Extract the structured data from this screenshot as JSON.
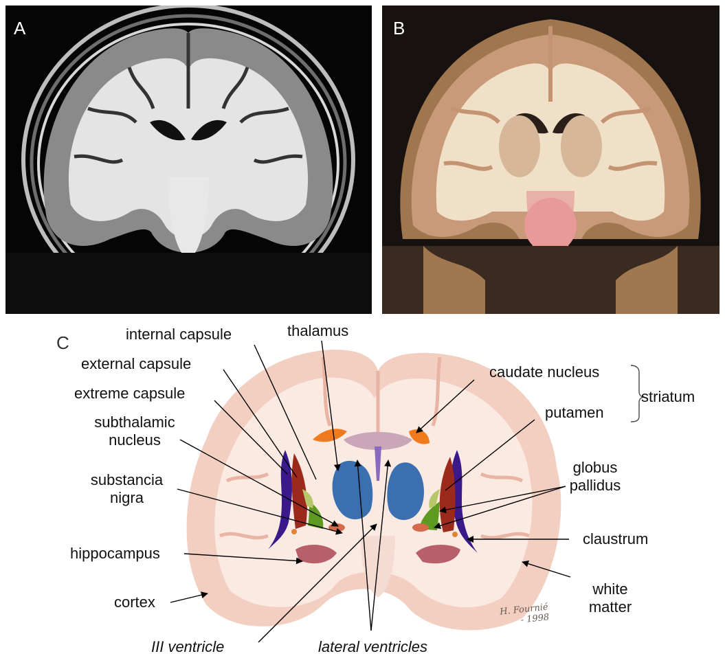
{
  "panels": {
    "a": {
      "letter": "A"
    },
    "b": {
      "letter": "B"
    },
    "c": {
      "letter": "C"
    }
  },
  "labels": {
    "internal_capsule": "internal capsule",
    "thalamus": "thalamus",
    "external_capsule": "external capsule",
    "caudate_nucleus": "caudate nucleus",
    "striatum": "striatum",
    "extreme_capsule": "extreme capsule",
    "putamen": "putamen",
    "subthalamic_line1": "subthalamic",
    "subthalamic_line2": "nucleus",
    "globus_line1": "globus",
    "globus_line2": "pallidus",
    "substancia_line1": "substancia",
    "substancia_line2": "nigra",
    "claustrum": "claustrum",
    "hippocampus": "hippocampus",
    "white_matter_line1": "white",
    "white_matter_line2": "matter",
    "cortex": "cortex",
    "iii_ventricle": "III ventricle",
    "lateral_ventricles": "lateral ventricles"
  },
  "signature": {
    "line1": "H. Fournié",
    "line2": "- 1998"
  },
  "colors": {
    "cortex": "#f3cfc2",
    "white_matter": "#fbeae2",
    "thalamus": "#3a6fb0",
    "caudate": "#f07a1e",
    "putamen": "#9c2a1c",
    "globus_pallidus": "#5e9a22",
    "claustrum": "#3a1a8a",
    "hippocampus": "#b8606a",
    "subthalamic": "#d46a4a"
  }
}
